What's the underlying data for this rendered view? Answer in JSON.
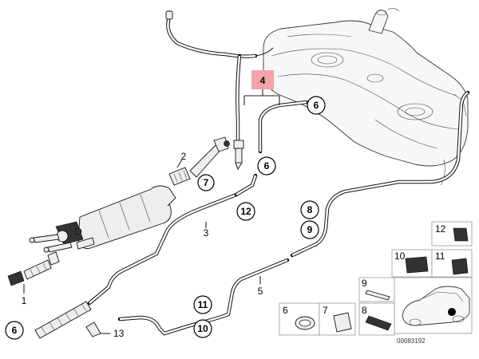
{
  "callouts": {
    "c1": "1",
    "c2": "2",
    "c3": "3",
    "c4": "4",
    "c5": "5",
    "c13": "13",
    "r7": "7",
    "r12": "12",
    "r6a": "6",
    "r6b": "6",
    "r6c": "6",
    "r8": "8",
    "r9": "9",
    "r11": "11",
    "r10": "10"
  },
  "legend": {
    "p12": "12",
    "p10": "10",
    "p11": "11",
    "p9": "9",
    "p6": "6",
    "p7": "7",
    "p8": "8"
  },
  "reference_number": "00083192",
  "colors": {
    "highlight": "#f4a3a8",
    "line": "#222222",
    "marker": "#000000"
  }
}
